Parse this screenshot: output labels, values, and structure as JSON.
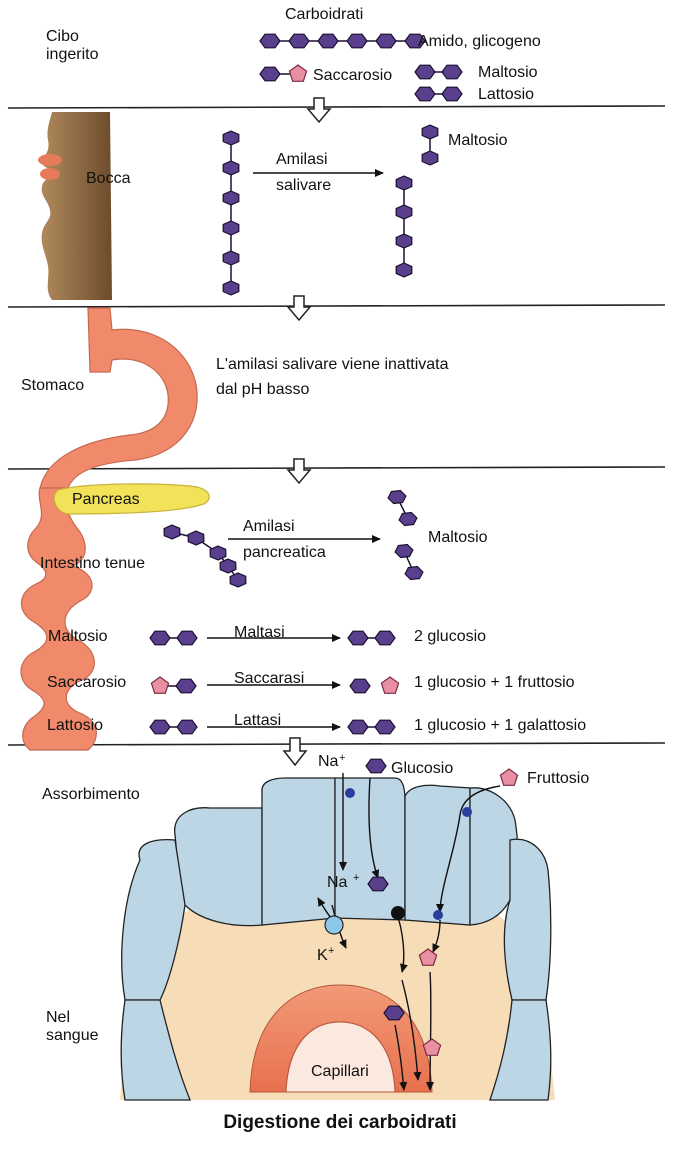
{
  "header": {
    "food_label": "Cibo\ningerito",
    "carbs_title": "Carboidrati",
    "starch": "Amido, glicogeno",
    "sucrose": "Saccarosio",
    "maltose": "Maltosio",
    "lactose": "Lattosio"
  },
  "mouth": {
    "label": "Bocca",
    "enzyme_line1": "Amilasi",
    "enzyme_line2": "salivare",
    "product": "Maltosio"
  },
  "stomach": {
    "label": "Stomaco",
    "note_line1": "L'amilasi salivare viene inattivata",
    "note_line2": "dal pH basso"
  },
  "intestine": {
    "pancreas": "Pancreas",
    "small_intestine": "Intestino tenue",
    "enzyme_line1": "Amilasi",
    "enzyme_line2": "pancreatica",
    "product": "Maltosio",
    "reactions": [
      {
        "substrate": "Maltosio",
        "enzyme": "Maltasi",
        "product": "2 glucosio"
      },
      {
        "substrate": "Saccarosio",
        "enzyme": "Saccarasi",
        "product": "1 glucosio + 1 fruttosio"
      },
      {
        "substrate": "Lattosio",
        "enzyme": "Lattasi",
        "product": "1 glucosio + 1 galattosio"
      }
    ]
  },
  "absorption": {
    "label": "Assorbimento",
    "na_top": "Na",
    "na_mid": "Na",
    "k": "K",
    "superscript_plus": "+",
    "glucose": "Glucosio",
    "fructose": "Fruttosio",
    "blood_label": "Nel\nsangue",
    "capillaries": "Capillari"
  },
  "caption": "Digestione dei carboidrati",
  "colors": {
    "hexagon": "#5a3f8c",
    "pentagon": "#e98fa4",
    "gut": "#f08a6a",
    "pancreas": "#f2e25a",
    "cells": "#bcd6e6",
    "interstitial": "#f7dcb8",
    "face": "#a07a50"
  }
}
